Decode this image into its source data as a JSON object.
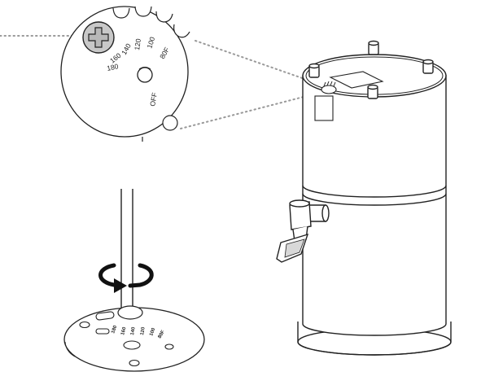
{
  "dial": {
    "labels": [
      "80F",
      "100",
      "120",
      "140",
      "160",
      "180",
      "OFF"
    ]
  },
  "base_plate": {
    "labels": [
      "180",
      "160",
      "140",
      "120",
      "100",
      "80F"
    ]
  },
  "icons": {
    "screw": "phillips-screw-icon",
    "rotate": "rotate-arrow-icon"
  },
  "colors": {
    "line": "#222222",
    "dotted": "#9a9a9a",
    "screw_fill": "#c8c8c8"
  }
}
